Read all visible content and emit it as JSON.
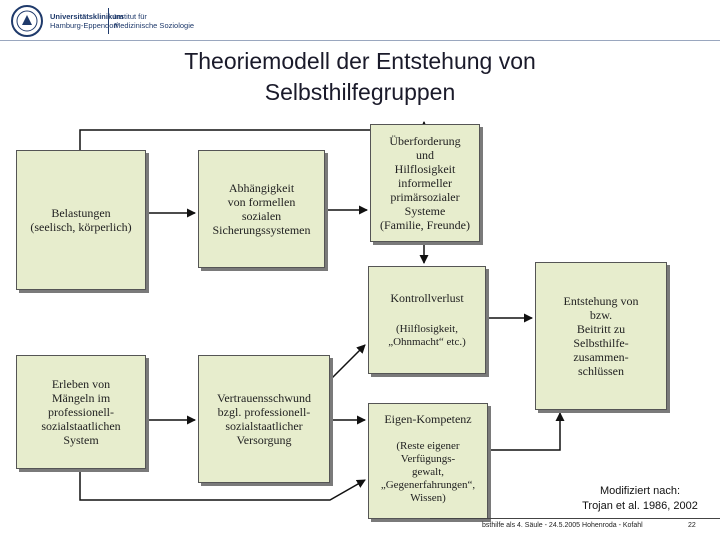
{
  "header": {
    "logo_line1": "Universitätsklinikum",
    "logo_line2": "Hamburg-Eppendorf",
    "institute_line1": "Institut für",
    "institute_line2": "Medizinische Soziologie"
  },
  "title": {
    "line1": "Theoriemodell der Entstehung von",
    "line2": "Selbsthilfegruppen"
  },
  "boxes": {
    "belastungen": [
      "Belastungen",
      "(seelisch, körperlich)"
    ],
    "abhaengigkeit": [
      "Abhängigkeit",
      "von formellen",
      "sozialen",
      "Sicherungssystemen"
    ],
    "ueberforderung": [
      "Überforderung",
      "und",
      "Hilflosigkeit",
      "informeller",
      "primärsozialer",
      "Systeme",
      "(Familie, Freunde)"
    ],
    "kontrollverlust": [
      "Kontrollverlust",
      "(Hilflosigkeit,",
      "„Ohnmacht“ etc.)"
    ],
    "entstehung": [
      "Entstehung von",
      "bzw.",
      "Beitritt zu",
      "Selbsthilfe-",
      "zusammen-",
      "schlüssen"
    ],
    "erleben": [
      "Erleben von",
      "Mängeln im",
      "professionell-",
      "sozialstaatlichen",
      "System"
    ],
    "vertrauensschwund": [
      "Vertrauensschwund",
      "bzgl. professionell-",
      "sozialstaatlicher",
      "Versorgung"
    ],
    "eigenkompetenz": [
      "Eigen-Kompetenz",
      "(Reste eigener",
      "Verfügungs-",
      "gewalt,",
      "„Gegenerfahrungen“,",
      "Wissen)"
    ]
  },
  "footer": {
    "citation_line1": "Modifiziert nach:",
    "citation_line2": "Trojan et al. 1986, 2002",
    "running_line": "bsthilfe als 4. Säule - 24.5.2005 Hohenroda - Kofahl",
    "page_number": "22"
  },
  "colors": {
    "box_fill": "#e7edcd",
    "arrow": "#111111",
    "brand": "#1f3a6b"
  }
}
